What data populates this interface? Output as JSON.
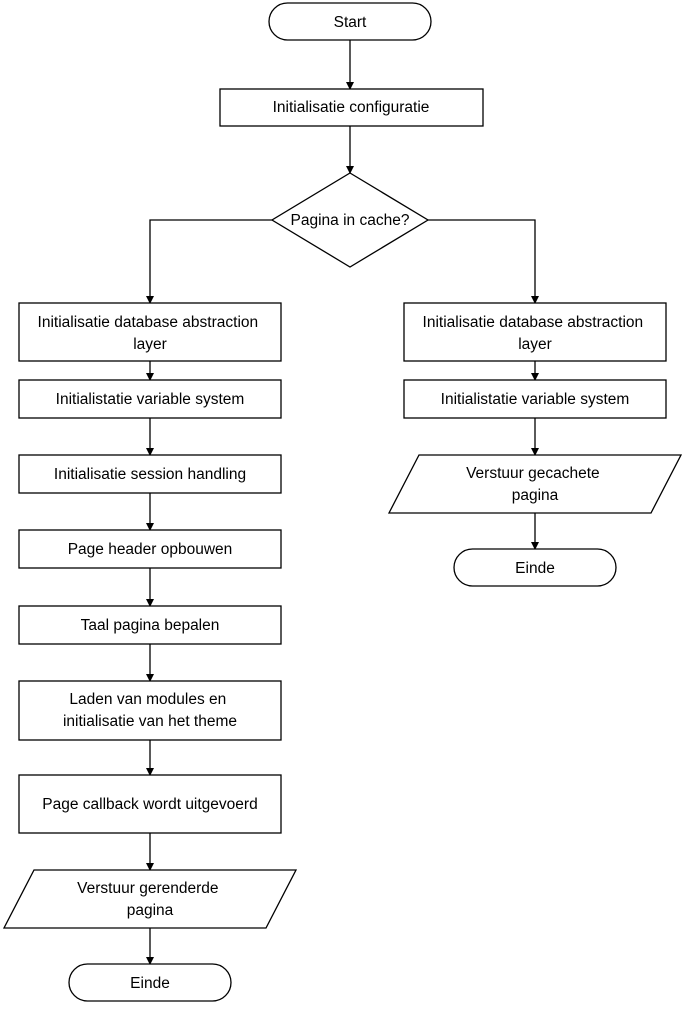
{
  "nodes": {
    "start": {
      "lines": [
        "Start"
      ]
    },
    "init_config": {
      "lines": [
        "Initialisatie configuratie"
      ]
    },
    "decision": {
      "lines": [
        "Pagina in cache?"
      ]
    },
    "left_dbal": {
      "lines": [
        "Initialisatie database abstraction",
        "layer"
      ]
    },
    "left_varsys": {
      "lines": [
        "Initialistatie variable system"
      ]
    },
    "left_session": {
      "lines": [
        "Initialisatie session handling"
      ]
    },
    "left_header": {
      "lines": [
        "Page header opbouwen"
      ]
    },
    "left_lang": {
      "lines": [
        "Taal pagina bepalen"
      ]
    },
    "left_modules": {
      "lines": [
        "Laden van modules en",
        "initialisatie van het theme"
      ]
    },
    "left_callback": {
      "lines": [
        "Page callback wordt uitgevoerd"
      ]
    },
    "left_send": {
      "lines": [
        "Verstuur gerenderde",
        "pagina"
      ]
    },
    "left_end": {
      "lines": [
        "Einde"
      ]
    },
    "right_dbal": {
      "lines": [
        "Initialisatie database abstraction",
        "layer"
      ]
    },
    "right_varsys": {
      "lines": [
        "Initialistatie variable system"
      ]
    },
    "right_send": {
      "lines": [
        "Verstuur gecachete",
        "pagina"
      ]
    },
    "right_end": {
      "lines": [
        "Einde"
      ]
    }
  }
}
